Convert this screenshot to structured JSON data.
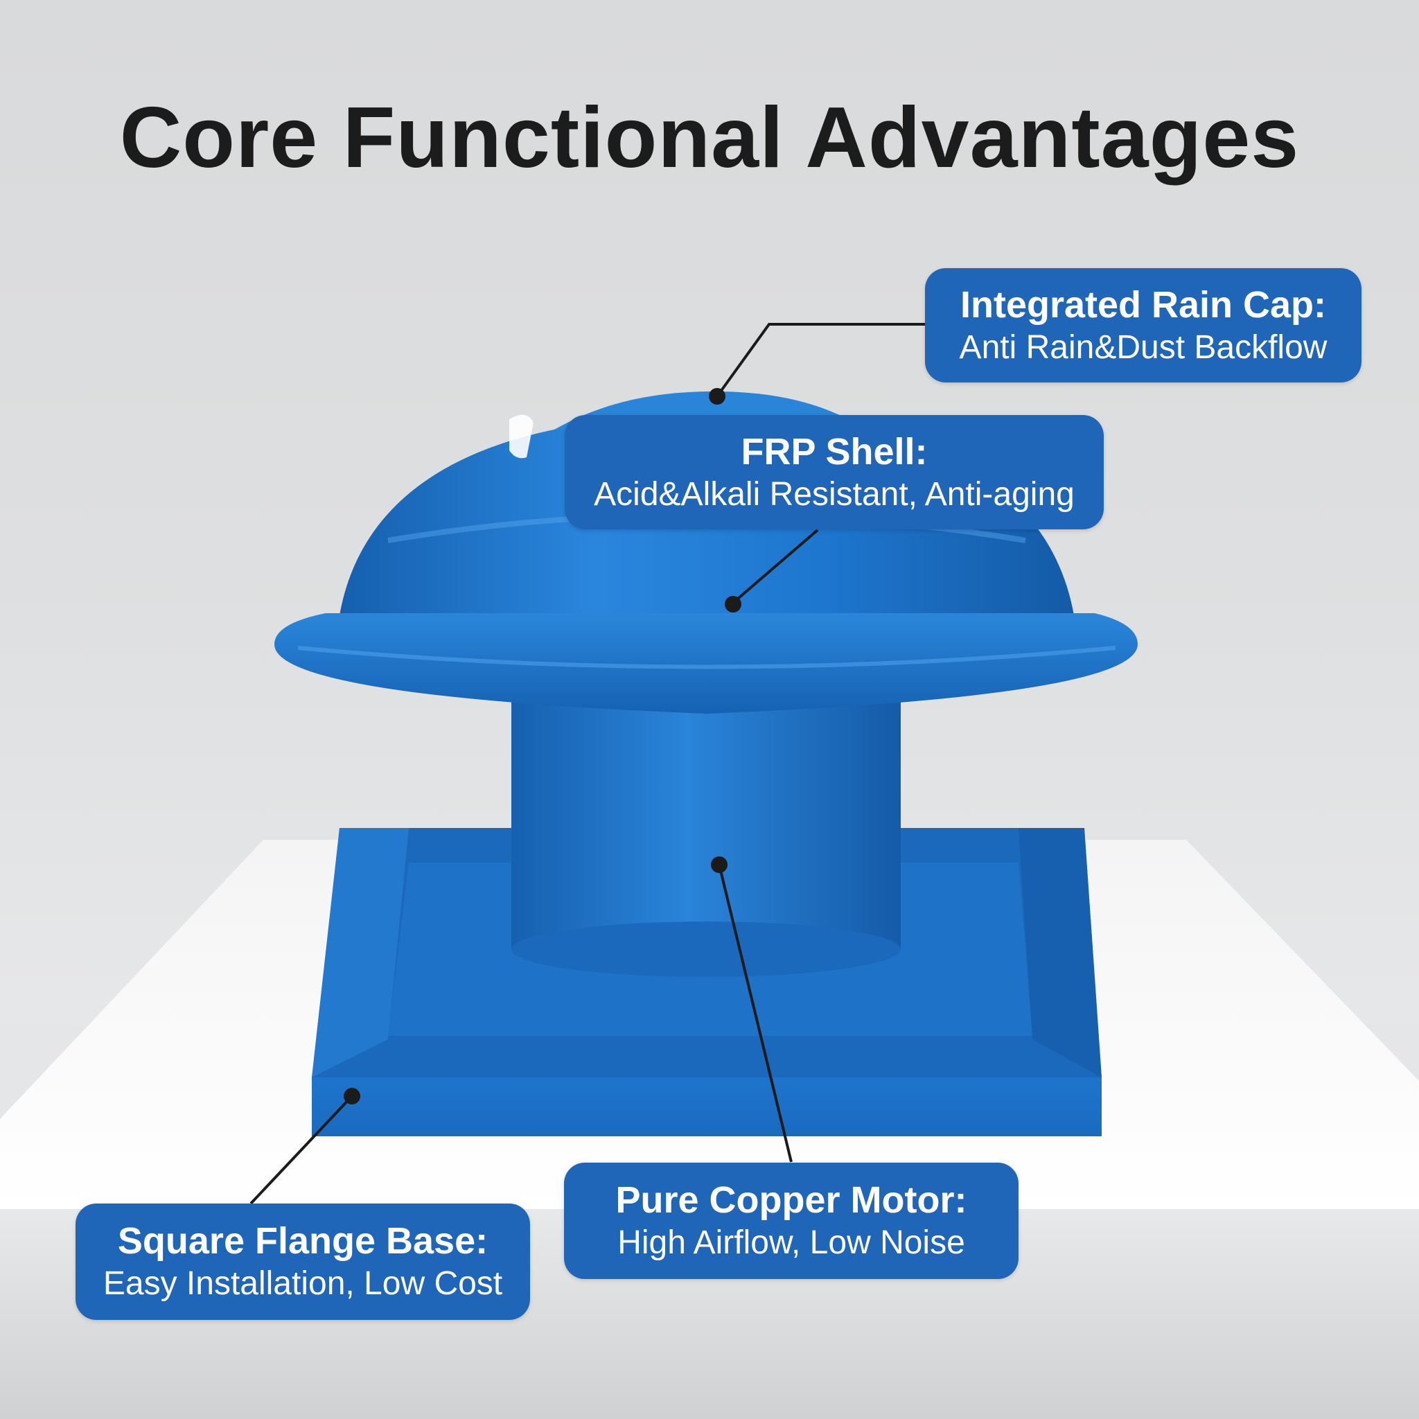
{
  "title": "Core Functional Advantages",
  "colors": {
    "callout_bg": "#1f65b8",
    "fan_blue": "#1d72c9",
    "title_text": "#1c1c1c",
    "background": "#dedfe0"
  },
  "callouts": [
    {
      "id": "rain-cap",
      "heading": "Integrated Rain Cap:",
      "detail": "Anti Rain&Dust Backflow"
    },
    {
      "id": "frp-shell",
      "heading": "FRP Shell:",
      "detail": "Acid&Alkali Resistant, Anti-aging"
    },
    {
      "id": "copper-motor",
      "heading": "Pure Copper Motor:",
      "detail": "High Airflow, Low Noise"
    },
    {
      "id": "flange-base",
      "heading": "Square Flange Base:",
      "detail": "Easy Installation, Low Cost"
    }
  ]
}
